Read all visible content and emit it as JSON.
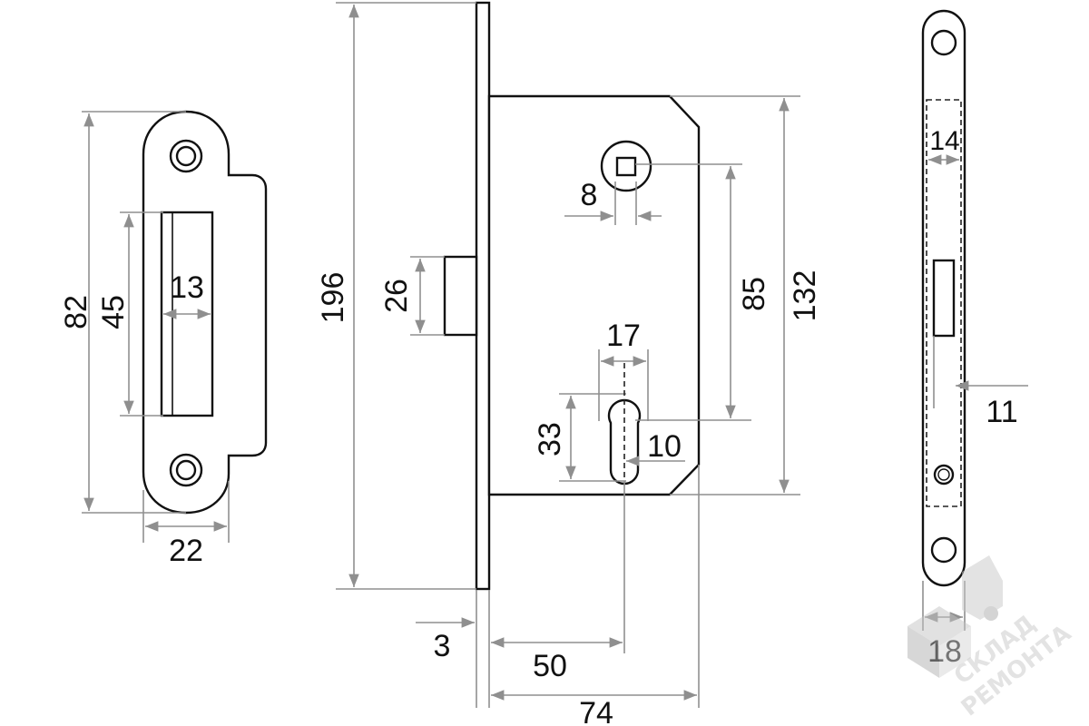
{
  "dimensions": {
    "strike_height": "82",
    "strike_slot_height": "45",
    "strike_slot_width": "13",
    "strike_width": "22",
    "faceplate_height": "196",
    "latch_height": "26",
    "body_height": "132",
    "spindle_to_cylinder": "85",
    "spindle_square": "8",
    "cylinder_width": "17",
    "cylinder_height": "33",
    "cylinder_bottom": "10",
    "faceplate_thickness": "3",
    "backset": "50",
    "body_depth": "74",
    "side_slot_width": "14",
    "side_offset": "11",
    "side_width": "18"
  },
  "watermark": {
    "line1": "СКЛАД",
    "line2": "РЕМОНТА"
  }
}
